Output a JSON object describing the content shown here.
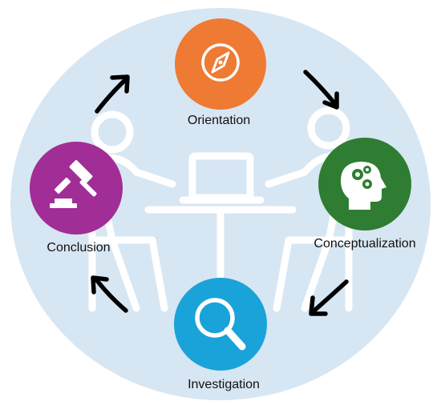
{
  "colors": {
    "background_ellipse": "#d7e6f3",
    "line_art": "#ffffff",
    "orientation": "#ef7a33",
    "conceptualization": "#2e7d32",
    "investigation": "#1aa3d9",
    "conclusion": "#a12d96",
    "arrow": "#000000"
  },
  "stages": {
    "orientation": {
      "label": "Orientation",
      "icon": "compass-icon"
    },
    "conceptualization": {
      "label": "Conceptualization",
      "icon": "head-gears-icon"
    },
    "investigation": {
      "label": "Investigation",
      "icon": "magnifier-icon"
    },
    "conclusion": {
      "label": "Conclusion",
      "icon": "gavel-icon"
    }
  }
}
